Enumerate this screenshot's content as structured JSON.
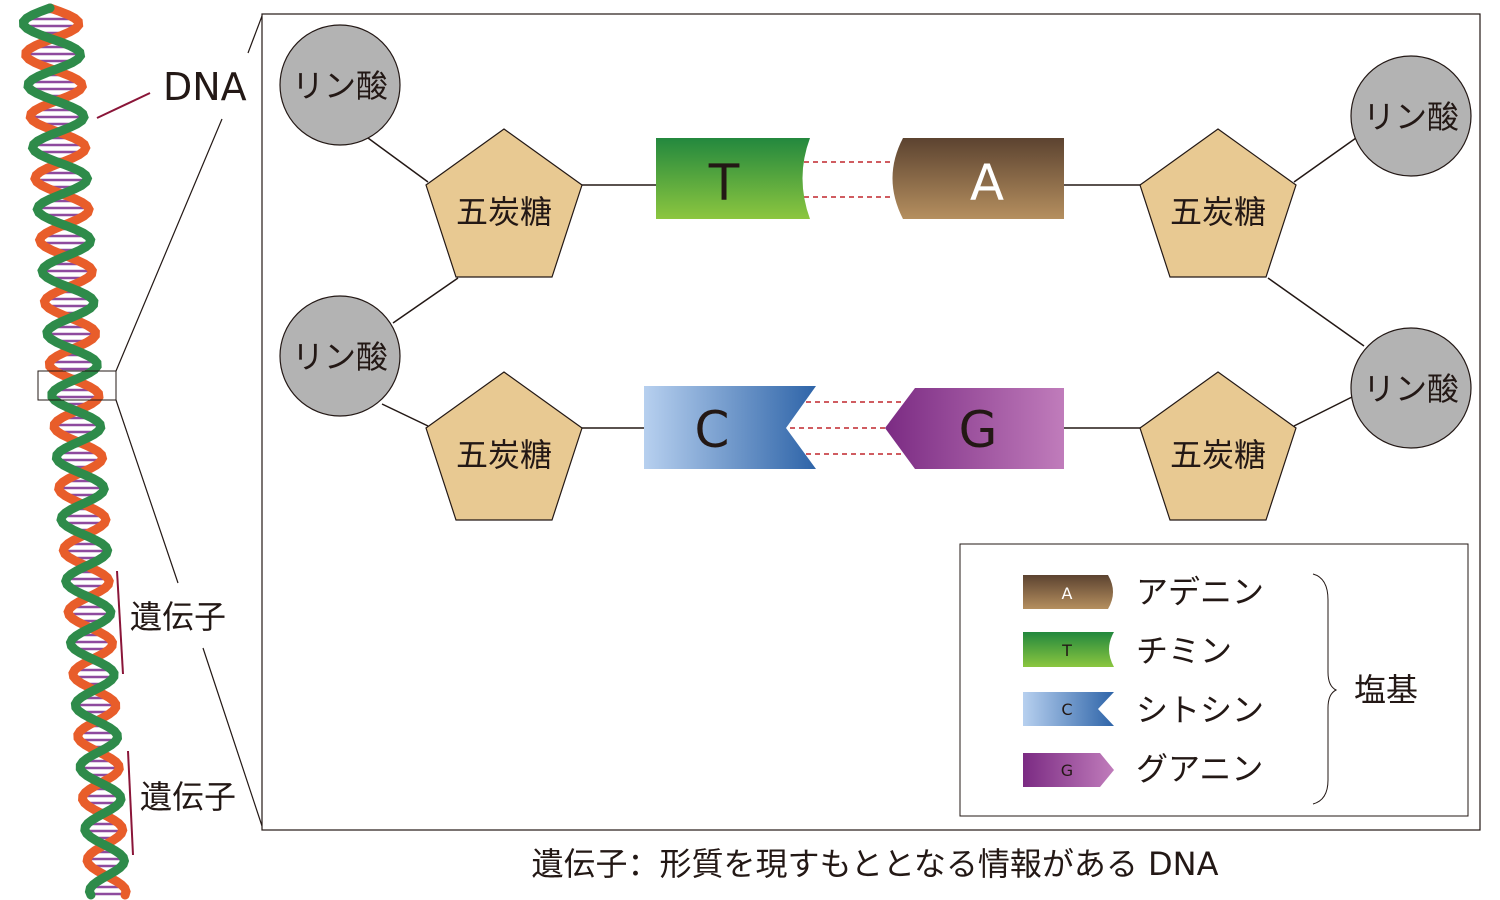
{
  "labels": {
    "dna": "DNA",
    "gene_1": "遺伝子",
    "gene_2": "遺伝子",
    "caption": "遺伝子：形質を現すもととなる情報がある DNA"
  },
  "phosphate_label": "リン酸",
  "sugar_label": "五炭糖",
  "pairs": [
    {
      "left": "T",
      "right": "A"
    },
    {
      "left": "C",
      "right": "G"
    }
  ],
  "legend": {
    "items": [
      {
        "letter": "A",
        "name": "アデニン"
      },
      {
        "letter": "T",
        "name": "チミン"
      },
      {
        "letter": "C",
        "name": "シトシン"
      },
      {
        "letter": "G",
        "name": "グアニン"
      }
    ],
    "group_label": "塩基"
  },
  "colors": {
    "adenine": [
      "#5c4330",
      "#b58f5f"
    ],
    "thymine": [
      "#23883e",
      "#8cc63f"
    ],
    "cytosine": [
      "#a9c6ea",
      "#2e64a8"
    ],
    "guanine": [
      "#7b2b83",
      "#c07cbb"
    ],
    "phosphate": "#b3b3b3",
    "sugar": "#e8c992",
    "hydrogen_bond": "#c1272d",
    "gene_bracket": "#8a1538",
    "helix_strand_1": "#e85d2a",
    "helix_strand_2": "#2e8b4a",
    "helix_rungs": "#8e4a9e"
  },
  "icons": {
    "phosphate": "gray-circle",
    "sugar": "pentagon"
  }
}
